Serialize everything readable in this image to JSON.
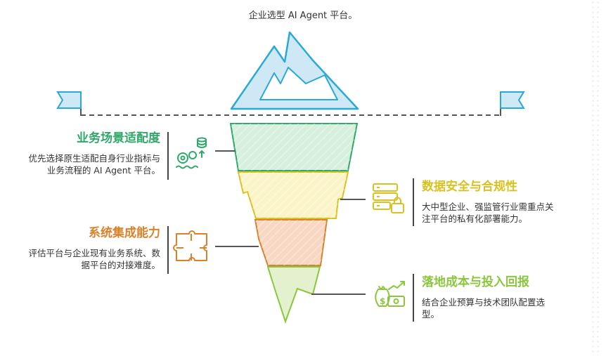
{
  "header": {
    "subtitle": "企业选型 AI Agent 平台。"
  },
  "items": [
    {
      "key": "scenario",
      "title": "业务场景适配度",
      "desc_lines": [
        "优先选择原生适配自身行业指标与",
        "业务流程的 AI Agent 平台。"
      ],
      "color": "#2fa86a",
      "icon": "gears-database-icon"
    },
    {
      "key": "security",
      "title": "数据安全与合规性",
      "desc_lines": [
        "大中型企业、强监管行业需重点关",
        "注平台的私有化部署能力。"
      ],
      "color": "#d9c21f",
      "icon": "server-lock-icon"
    },
    {
      "key": "integration",
      "title": "系统集成能力",
      "desc_lines": [
        "评估平台与企业现有业务系统、数",
        "据平台的对接难度。"
      ],
      "color": "#d9822b",
      "icon": "puzzle-icon"
    },
    {
      "key": "cost",
      "title": "落地成本与投入回报",
      "desc_lines": [
        "结合企业预算与技术团队配置选",
        "型。"
      ],
      "color": "#8cc63f",
      "icon": "money-growth-icon"
    }
  ],
  "colors": {
    "iceberg_top": "#cfe8f5",
    "iceberg_stroke": "#2aa9d9",
    "layer_green": "#d6f0dd",
    "layer_yellow": "#fbf4c8",
    "layer_orange": "#f8d7c3",
    "layer_lightgreen": "#e3f1cf",
    "waterline": "#555555"
  }
}
